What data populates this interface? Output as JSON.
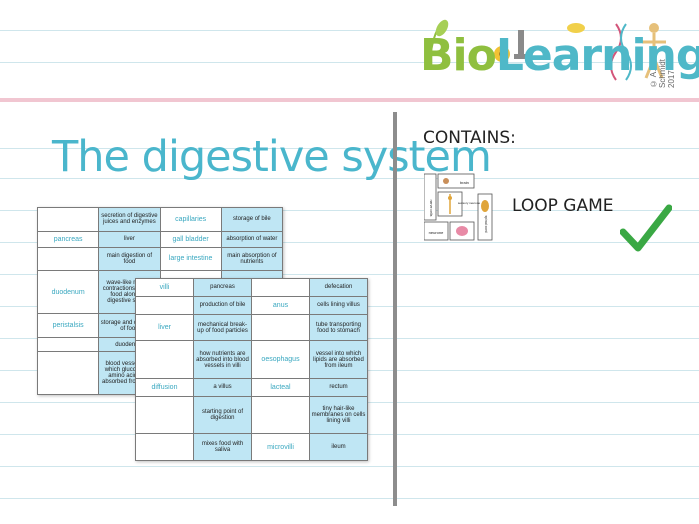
{
  "logo": {
    "bio": "Bio",
    "learning": "Learning",
    "copyright": "© A. Schmidt 2017"
  },
  "title": "The digestive system",
  "contains_label": "CONTAINS:",
  "loop_label": "LOOP GAME",
  "mini_cards": [
    "brain",
    "nerve cells",
    "neurone",
    "sensory neurone",
    "spinal cord"
  ],
  "sheet1": [
    [
      "",
      "secretion of digestive juices and enzymes",
      "capillaries",
      "storage of bile"
    ],
    [
      "pancreas",
      "liver",
      "gall bladder",
      "absorption of water"
    ],
    [
      "",
      "main digestion of food",
      "large intestine",
      "main absorption of nutrients"
    ],
    [
      "duodenum",
      "wave-like muscle contractions moving food along the digestive system",
      "",
      ""
    ],
    [
      "peristalsis",
      "storage and digestion of food",
      "",
      ""
    ],
    [
      "",
      "duodenum",
      "",
      ""
    ],
    [
      "",
      "blood vessels into which glucose and amino acids are absorbed from ileum",
      "",
      ""
    ]
  ],
  "sheet2": [
    [
      "villi",
      "pancreas",
      "",
      "defecation"
    ],
    [
      "",
      "production of bile",
      "anus",
      "cells lining villus"
    ],
    [
      "liver",
      "mechanical break-up of food particles",
      "",
      "tube transporting food to stomach"
    ],
    [
      "",
      "how nutrients are absorbed into blood vessels in villi",
      "oesophagus",
      "vessel into which lipids are absorbed from ileum"
    ],
    [
      "diffusion",
      "a villus",
      "lacteal",
      "rectum"
    ],
    [
      "",
      "starting point of digestion",
      "",
      "tiny hair-like membranes on cells lining villi"
    ],
    [
      "",
      "mixes food with saliva",
      "microvilli",
      "ileum"
    ]
  ],
  "colors": {
    "accent": "#4ab6cc",
    "cell_fill": "#bfe6f4",
    "check": "#3aa844",
    "divider": "#8d8d8d"
  }
}
